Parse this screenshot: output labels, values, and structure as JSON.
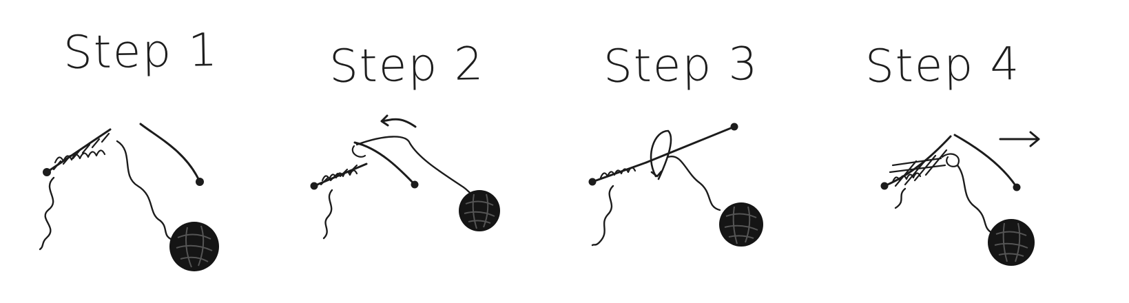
{
  "steps": [
    {
      "title": "Step 1"
    },
    {
      "title": "Step 2"
    },
    {
      "title": "Step 3"
    },
    {
      "title": "Step 4"
    }
  ],
  "colors": {
    "background": "#ffffff",
    "pencil": "#1c1c1c"
  },
  "icons": [
    "crochet-hook-icon",
    "yarn-ball-icon",
    "arrow-icon"
  ]
}
